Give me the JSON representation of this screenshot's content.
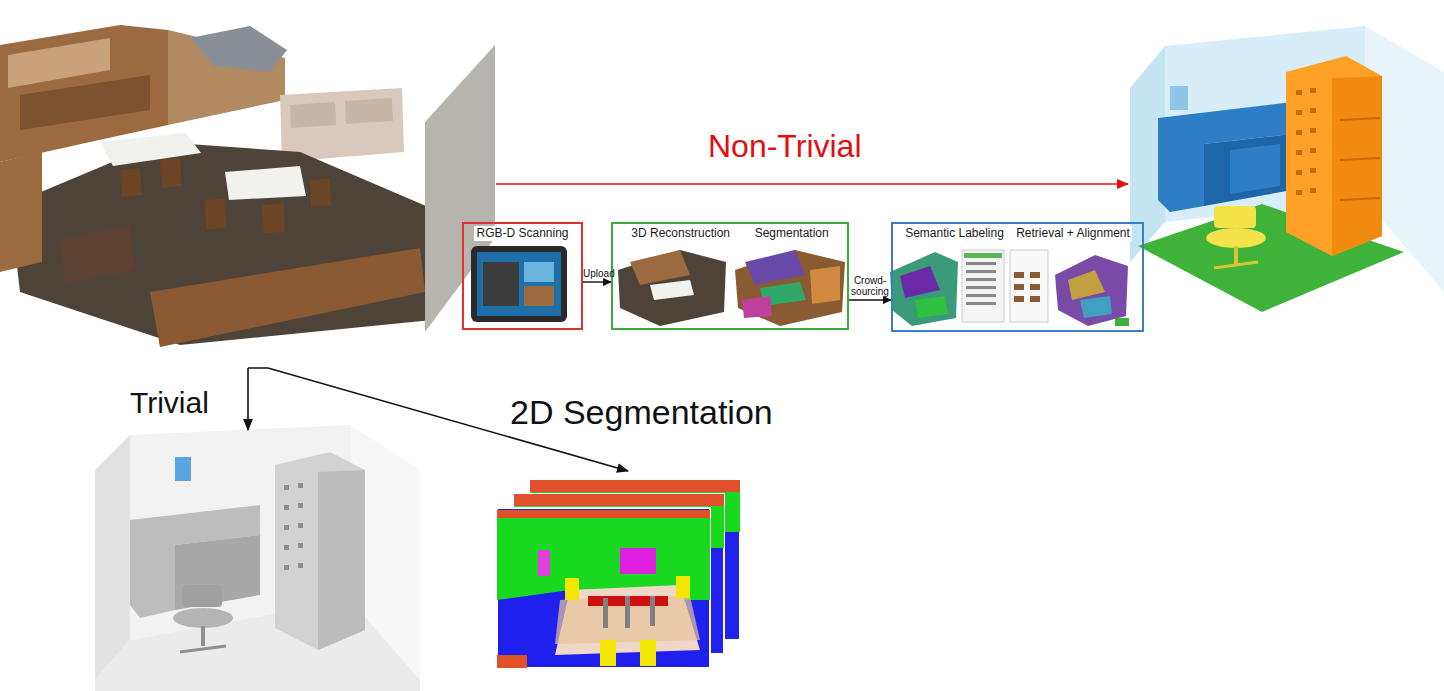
{
  "diagram": {
    "nodes": [
      {
        "text": [
          "RGB-D Scanning"
        ]
      },
      {
        "text": [
          "3D Reconstruction",
          "Segmentation"
        ]
      },
      {
        "text": [
          "Semantic Labeling",
          "Retrieval + Alignment"
        ]
      }
    ],
    "edges": [
      {
        "from": 0,
        "to": 1,
        "label": "Upload",
        "arrow": "to"
      },
      {
        "from": 1,
        "to": 2,
        "label": "Crowd- sourcing",
        "arrow": "to"
      }
    ],
    "labels": [
      "Non-Trivial",
      "Trivial",
      "2D Segmentation"
    ]
  }
}
